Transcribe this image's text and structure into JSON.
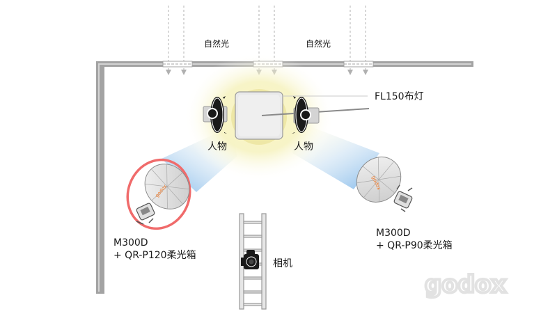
{
  "labels": {
    "daylight_left": "自然光",
    "daylight_right": "自然光",
    "fl150": "FL150布灯",
    "person_left": "人物",
    "person_right": "人物",
    "camera": "相机",
    "left_light_line1": "M300D",
    "left_light_line2": "+ QR-P120柔光箱",
    "right_light_line1": "M300D",
    "right_light_line2": "+ QR-P90柔光箱",
    "softbox_brand": "godox"
  },
  "logo": {
    "text": "godox"
  },
  "colors": {
    "wall": "#9e9e9e",
    "beam_blue": "#8fc3ec",
    "glow_yellow": "#f3efa8",
    "highlight_ring": "#f06b6b",
    "brand_orange": "#f07a2a"
  }
}
